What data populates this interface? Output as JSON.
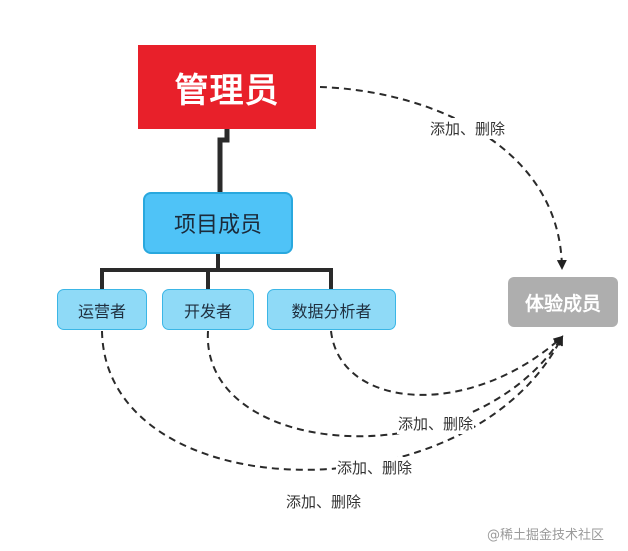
{
  "nodes": {
    "admin": "管理员",
    "project_member": "项目成员",
    "roles": [
      "运营者",
      "开发者",
      "数据分析者"
    ],
    "experience_member": "体验成员"
  },
  "edge_labels": [
    "添加、删除",
    "添加、删除",
    "添加、删除",
    "添加、删除"
  ],
  "watermark": "@稀土掘金技术社区",
  "colors": {
    "admin": "#e8202a",
    "project_member": "#4fc3f7",
    "roles": "#8fdaf7",
    "experience_member": "#aeaeae"
  }
}
